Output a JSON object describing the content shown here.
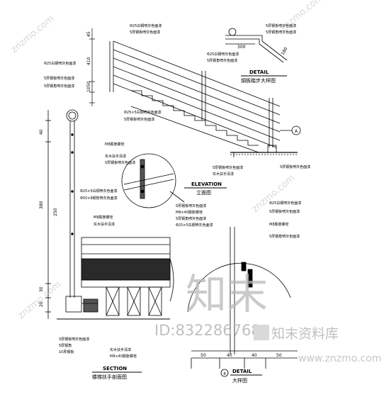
{
  "watermark": {
    "site_a": "znzmo.com",
    "site_b": "www.znzmo.com",
    "brand": "知末",
    "id": "ID:832286768",
    "library": "知末资料库"
  },
  "callout": {
    "marker": "A",
    "number": "4"
  },
  "dimensions": {
    "top_45": "45",
    "top_410": "410",
    "top_1050": "1050",
    "mid_380": "380",
    "mid_40": "40",
    "left_40": "40",
    "left_380": "380",
    "left_250": "250",
    "left_30": "30",
    "left_20": "20",
    "detail_300": "300",
    "detail_180": "180",
    "bottom_50a": "50",
    "bottom_40a": "40",
    "bottom_40b": "40",
    "bottom_50b": "50"
  },
  "notes": {
    "steel_tube_white": "Φ25白钢喷灰色面漆",
    "flat_steel": "5厚钢板喷灰色面漆",
    "steel_angle": "5厚钢角喷灰色面漆",
    "rubber_pad": "5厚钢板喷灰色面漆",
    "pipe_50": "Φ50×8钢管喷灰色面漆",
    "rail_25": "Φ25×5白钢喷灰色面漆",
    "bolt_1": "M8膨胀螺栓",
    "bolt_2": "M8×40膨胀螺栓",
    "wood_cap": "实木扶手清漆",
    "wood_cap_2": "实木扶手清漆",
    "steel_plate": "5厚钢板喷灰色面漆",
    "steel_tube_2": "5厚钢板喷灰色面漆",
    "seal": "5厚钢角",
    "plate_10": "10厚钢板",
    "floor": "5厚钢板喷灰色面漆"
  },
  "titles": {
    "detail_en": "DETAIL",
    "detail_cn": "钢板踏步大样图",
    "elevation_en": "ELEVATION",
    "elevation_cn": "立面图",
    "section_en": "SECTION",
    "section_cn": "楼梯扶手剖面图",
    "detail2_en": "DETAIL",
    "detail2_cn": "大样图"
  }
}
